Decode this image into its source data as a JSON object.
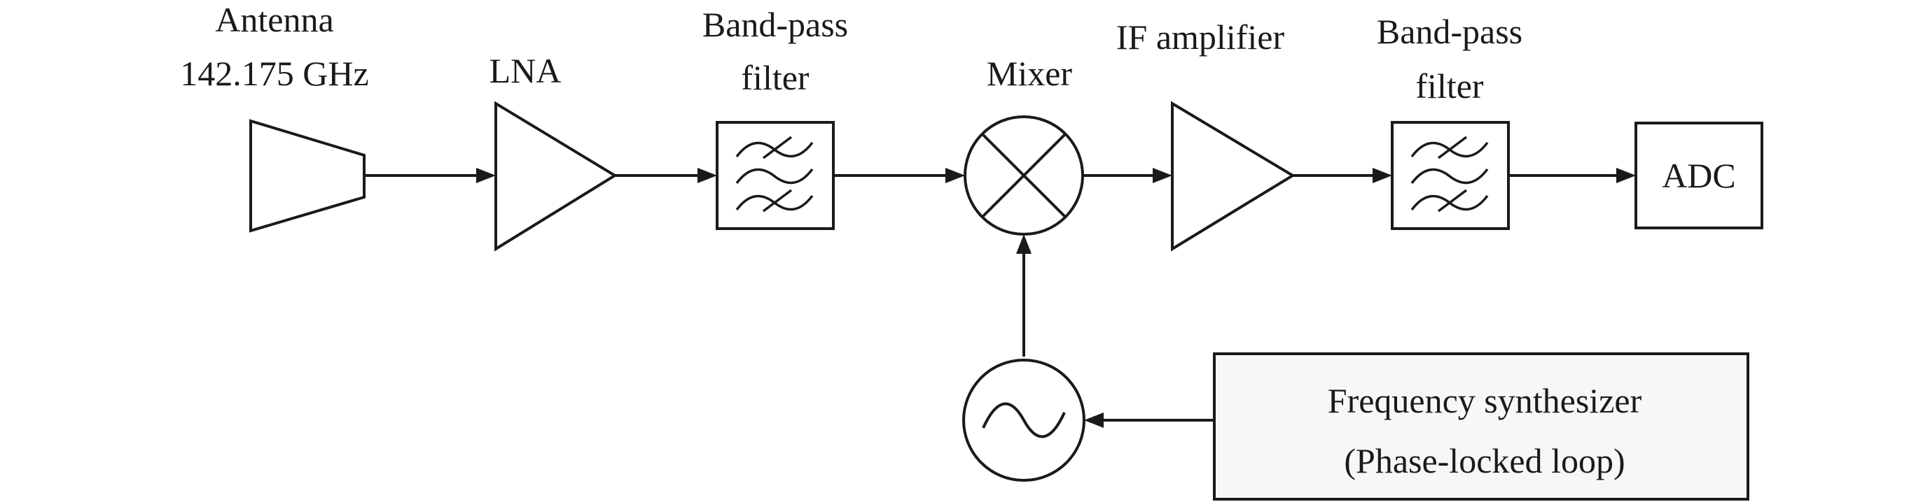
{
  "antenna": {
    "line1": "Antenna",
    "line2": "142.175 GHz"
  },
  "lna": {
    "label": "LNA"
  },
  "bandpass_filter_1": {
    "line1": "Band-pass",
    "line2": "filter"
  },
  "mixer": {
    "label": "Mixer"
  },
  "if_amplifier": {
    "label": "IF amplifier"
  },
  "bandpass_filter_2": {
    "line1": "Band-pass",
    "line2": "filter"
  },
  "adc": {
    "label": "ADC"
  },
  "frequency_synthesizer": {
    "line1": "Frequency synthesizer",
    "line2": "(Phase-locked loop)"
  }
}
